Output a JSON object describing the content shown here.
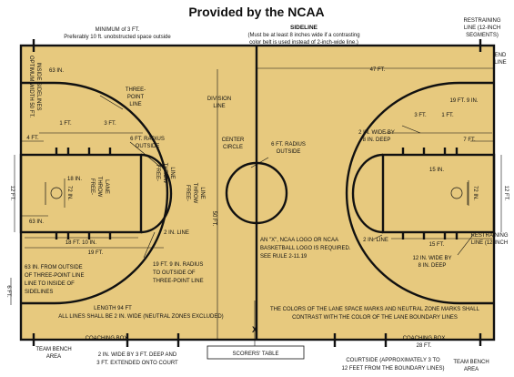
{
  "title": "Provided by the NCAA",
  "colors": {
    "court": "#E7C97E",
    "paper": "#FFFFFF",
    "lines": "#111111"
  },
  "labels": {
    "minimum_line1": "MINIMUM of 3 FT.",
    "minimum_line2": "Preferably 10 ft. unobstructed space outside",
    "sideline_title": "SIDELINE",
    "sideline_line1": "(Must be at least 8 inches wide if a contrasting",
    "sideline_line2": "color belt is used instead of 2-inch-wide line.)",
    "restraining_line1": "RESTRAINING",
    "restraining_line2": "LINE (12-INCH",
    "restraining_line3": "SEGMENTS)",
    "end_line1": "END",
    "end_line2": "LINE",
    "optimum_line1": "OPTIMUM WIDTH 50 FT.",
    "optimum_line2": "INSIDE SIDELINES",
    "dim_63in_top": "63 IN.",
    "three_point_line1": "THREE-",
    "three_point_line2": "POINT",
    "three_point_line3": "LINE",
    "division_line1": "DIVISION",
    "division_line2": "LINE",
    "dim_47ft": "47 FT.",
    "dim_19ft9in": "19 FT. 9 IN.",
    "dim_1ft": "1 FT.",
    "dim_3ft": "3 FT.",
    "dim_4ft": "4 FT.",
    "dim_7ft": "7 FT.",
    "six_ft_radius_line1": "6 FT. RADIUS",
    "six_ft_radius_line2": "OUTSIDE",
    "center_circle_line1": "CENTER",
    "center_circle_line2": "CIRCLE",
    "center_radius_line1": "6 FT. RADIUS",
    "center_radius_line2": "OUTSIDE",
    "two_in_wide_line1": "2 IN. WIDE BY",
    "two_in_wide_line2": "8 IN. DEEP",
    "dim_12ft_left": "12 FT.",
    "dim_12ft_right": "12 FT.",
    "dim_18in": "18 IN.",
    "dim_15in": "15 IN.",
    "dim_72in_left": "72 IN.",
    "dim_72in_right": "72 IN.",
    "free_throw_lane1": "FREE-",
    "free_throw_lane2": "THROW",
    "free_throw_lane3": "LANE",
    "free_throw_line1": "FREE-",
    "free_throw_line2": "THROW",
    "free_throw_line3": "LINE",
    "dim_50ft": "50 FT.",
    "dim_63in_bottom": "63 IN.",
    "dim_2in_line_left": "2 IN. LINE",
    "dim_2in_line_right": "2 IN. LINE",
    "dim_18ft10in": "18 FT. 10 IN.",
    "dim_19ft": "19 FT.",
    "dim_15ft": "15 FT.",
    "dim_6ft": "6 FT.",
    "dist_63in_note1": "63 IN. FROM OUTSIDE",
    "dist_63in_note2": "OF THREE-POINT LINE",
    "dist_63in_note3": "LINE TO INSIDE OF",
    "dist_63in_note4": "SIDELINES",
    "radius_19ft9in_line1": "19 FT. 9 IN. RADIUS",
    "radius_19ft9in_line2": "TO OUTSIDE OF",
    "radius_19ft9in_line3": "THREE-POINT LINE",
    "ncaa_logo_line1": "AN \"X\", NCAA LOGO OR NCAA",
    "ncaa_logo_line2": "BASKETBALL LOGO IS REQUIRED.",
    "ncaa_logo_line3": "SEE RULE 2-11.19",
    "twelve_in_wide_line1": "12 IN. WIDE BY",
    "twelve_in_wide_line2": "8 IN. DEEP",
    "length_line1": "LENGTH 94 FT",
    "length_line2": "ALL LINES SHALL BE 2 IN. WIDE (NEUTRAL ZONES EXCLUDED)",
    "colors_note_line1": "THE COLORS OF THE LANE SPACE MARKS AND NEUTRAL ZONE MARKS SHALL",
    "colors_note_line2": "CONTRAST WITH THE COLOR OF THE LANE BOUNDARY LINES",
    "x_mark": "X",
    "coaching_box_left": "COACHING BOX",
    "coaching_box_right_line1": "COACHING BOX",
    "coaching_box_right_line2": "28 FT.",
    "team_bench_left_line1": "TEAM BENCH",
    "team_bench_left_line2": "AREA",
    "coaching_box_size_line1": "2 IN. WIDE BY 3 FT. DEEP AND",
    "coaching_box_size_line2": "3 FT. EXTENDED ONTO COURT",
    "scorers_table": "SCORERS' TABLE",
    "courtside_line1": "COURTSIDE (APPROXIMATELY 3 TO",
    "courtside_line2": "12 FEET FROM THE BOUNDARY LINES)",
    "team_bench_right_line1": "TEAM BENCH",
    "team_bench_right_line2": "AREA"
  }
}
